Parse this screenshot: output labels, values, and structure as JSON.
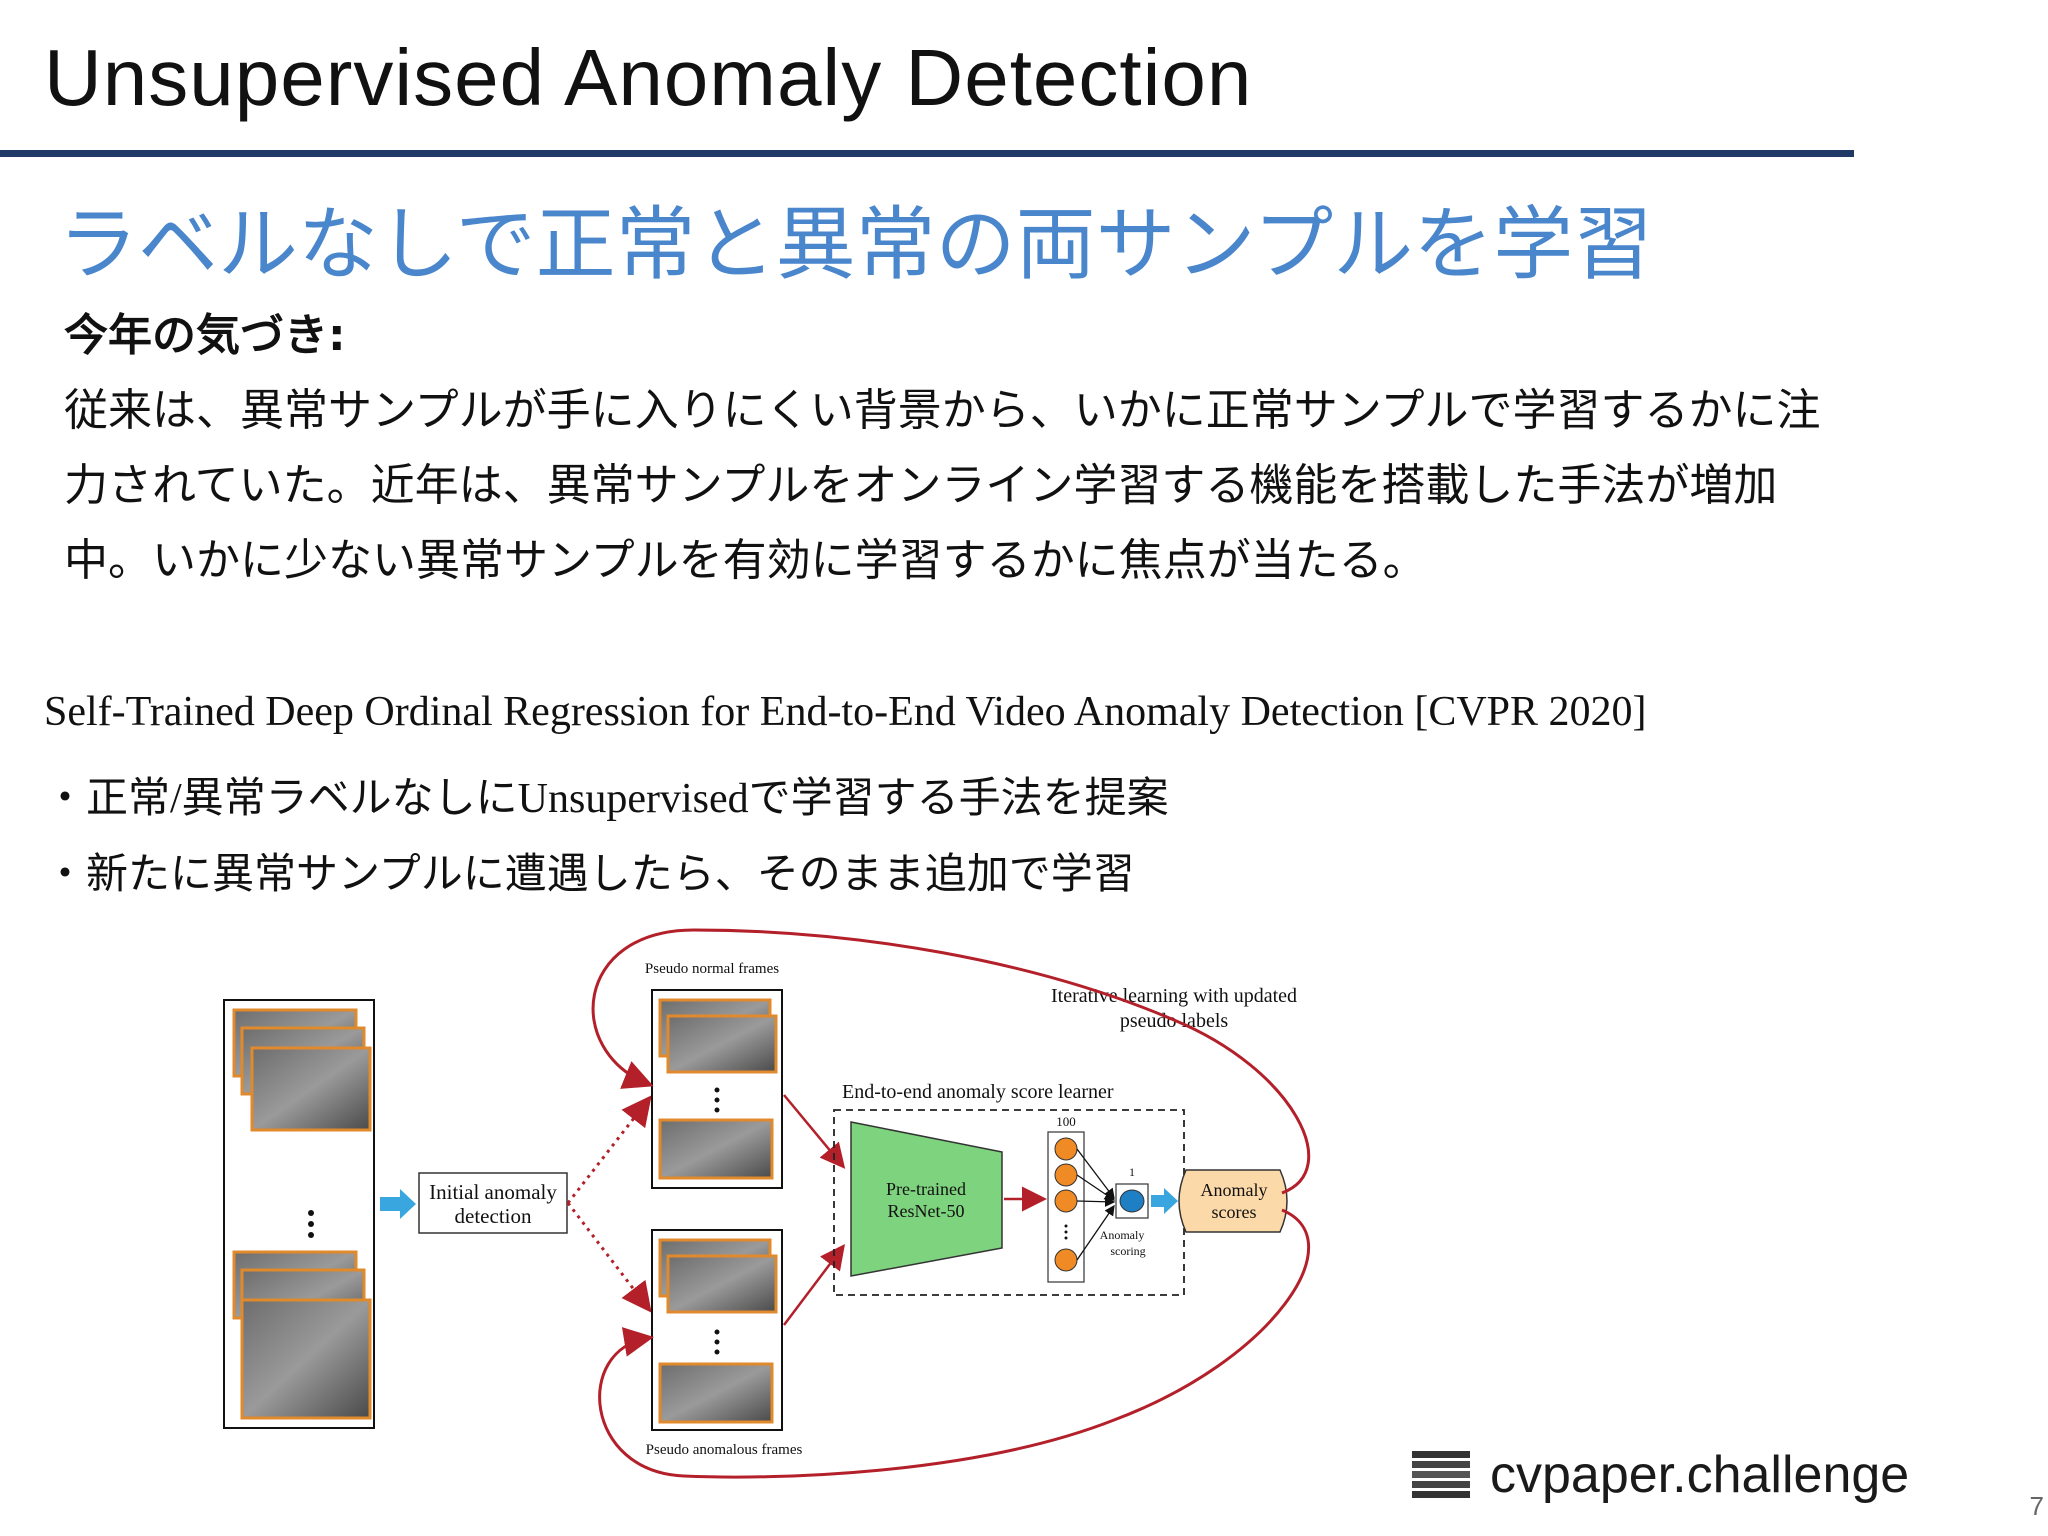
{
  "slide": {
    "title": "Unsupervised Anomaly Detection",
    "subtitle": "ラベルなしで正常と異常の両サンプルを学習",
    "page_number": "7"
  },
  "insight": {
    "heading": "今年の気づき:",
    "lines": [
      "従来は、異常サンプルが手に入りにくい背景から、いかに正常サンプルで学習するかに注",
      "力されていた。近年は、異常サンプルをオンライン学習する機能を搭載した手法が増加",
      "中。いかに少ない異常サンプルを有効に学習するかに焦点が当たる。"
    ]
  },
  "paper": {
    "title": "Self-Trained Deep Ordinal Regression for End-to-End Video Anomaly Detection [CVPR 2020]",
    "bullets": [
      "・正常/異常ラベルなしにUnsupervisedで学習する手法を提案",
      "・新たに異常サンプルに遭遇したら、そのまま追加で学習"
    ]
  },
  "figure": {
    "pseudo_normal_label": "Pseudo normal frames",
    "pseudo_anomalous_label": "Pseudo anomalous frames",
    "iterative_line1": "Iterative learning with updated",
    "iterative_line2": "pseudo labels",
    "learner_label": "End-to-end anomaly score learner",
    "initial_line1": "Initial anomaly",
    "initial_line2": "detection",
    "resnet_line1": "Pre-trained",
    "resnet_line2": "ResNet-50",
    "layer_size": "100",
    "output_size": "1",
    "scoring_line1": "Anomaly",
    "scoring_line2": "scoring",
    "scores_line1": "Anomaly",
    "scores_line2": "scores",
    "colors": {
      "frame_border": "#e08a2c",
      "loop_arrow": "#b3202a",
      "flow_arrow": "#3aa6e0",
      "resnet_fill": "#7ed37e",
      "node_fill": "#f08a24",
      "output_node": "#1f7fc4",
      "scores_fill": "#fbd9a8"
    }
  },
  "brand": {
    "name": "cvpaper.challenge",
    "logo_icon": "stacked-layers-icon"
  }
}
